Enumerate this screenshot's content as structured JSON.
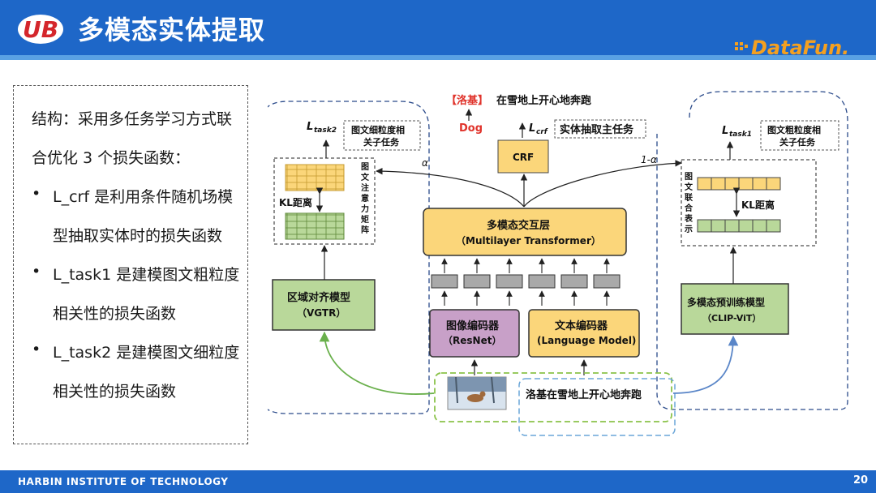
{
  "header": {
    "title": "多模态实体提取",
    "brand": "DataFun."
  },
  "left_panel": {
    "line1": "结构：采用多任务学习方式联",
    "line2": "合优化 3 个损失函数：",
    "bullets": [
      {
        "first": "L_crf 是利用条件随机场模",
        "second": "型抽取实体时的损失函数"
      },
      {
        "first": "L_task1 是建模图文粗粒度",
        "second": "相关性的损失函数"
      },
      {
        "first": "L_task2 是建模图文细粒度",
        "second": "相关性的损失函数"
      }
    ]
  },
  "diagram": {
    "output_tag": "【洛基】",
    "output_text": "在雪地上开心地奔跑",
    "dog": "Dog",
    "l_crf": "L",
    "l_crf_sub": "crf",
    "main_task": "实体抽取主任务",
    "crf": "CRF",
    "l_task2": "L",
    "l_task2_sub": "task2",
    "fine_task_1": "图文细粒度相",
    "fine_task_2": "关子任务",
    "l_task1": "L",
    "l_task1_sub": "task1",
    "coarse_task_1": "图文粗粒度相",
    "coarse_task_2": "关子任务",
    "alpha": "α",
    "one_minus_alpha": "1-α",
    "kl_left": "KL距离",
    "kl_right": "KL距离",
    "attn_matrix_chars": [
      "图",
      "文",
      "注",
      "意",
      "力",
      "矩",
      "阵"
    ],
    "joint_repr_chars": [
      "图",
      "文",
      "联",
      "合",
      "表",
      "示"
    ],
    "transformer_1": "多模态交互层",
    "transformer_2": "（Multilayer Transformer）",
    "vgtr_1": "区域对齐模型",
    "vgtr_2": "（VGTR）",
    "image_enc_1": "图像编码器",
    "image_enc_2": "（ResNet）",
    "text_enc_1": "文本编码器",
    "text_enc_2": "(Language Model)",
    "clip_1": "多模态预训练模型",
    "clip_2": "（CLIP-ViT）",
    "input_text": "洛基在雪地上开心地奔跑"
  },
  "footer": {
    "institution": "HARBIN INSTITUTE OF TECHNOLOGY",
    "page": "20"
  },
  "colors": {
    "header_blue": "#1e67c8",
    "transformer_yellow": "#fbd67a",
    "vgtr_green": "#b9d89a",
    "resnet_purple": "#c8a0c8",
    "output_red": "#e0332b"
  }
}
